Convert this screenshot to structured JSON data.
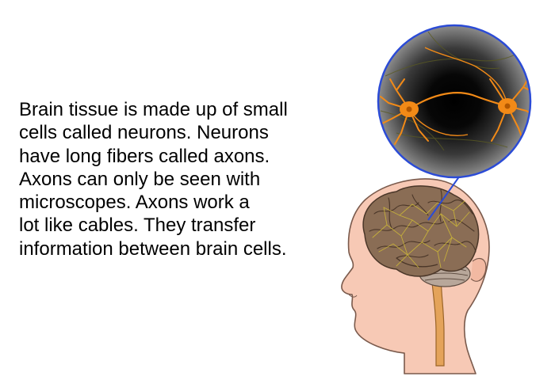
{
  "caption": {
    "lines": [
      "Brain tissue is made up of small",
      "cells called neurons. Neurons",
      "have long fibers called axons.",
      "Axons can only be seen with",
      "microscopes. Axons work a",
      "lot like cables. They transfer",
      "information between brain cells."
    ]
  },
  "illustration": {
    "head_icon": "human-head-profile",
    "brain_icon": "brain",
    "magnifier_icon": "neuron-magnified-view",
    "colors": {
      "skin": "#f7c9b5",
      "skin_outline": "#7a5a4c",
      "brain": "#8a6d55",
      "axon": "#c8b23a",
      "spinal_cord": "#e4a35a",
      "lens_ring": "#2b4bd6",
      "neuron": "#f28a17"
    }
  }
}
